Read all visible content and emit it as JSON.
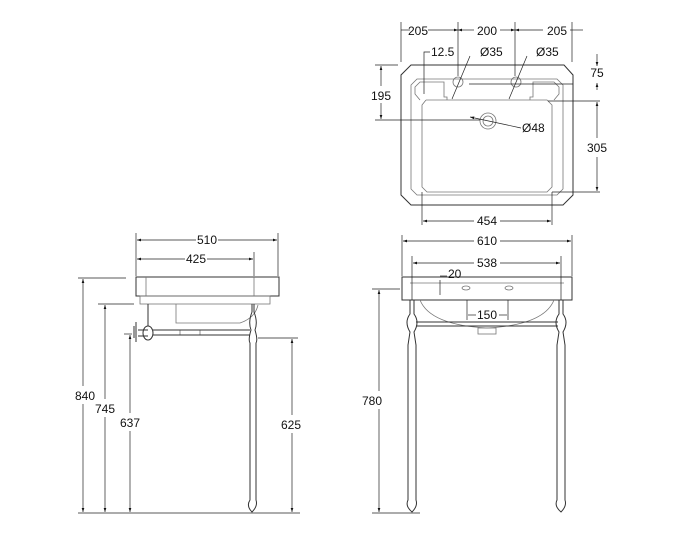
{
  "top_view": {
    "width_left": "205",
    "width_mid": "200",
    "width_right": "205",
    "tap_offset": "12.5",
    "tap_hole_left": "Ø35",
    "tap_hole_right": "Ø35",
    "depth_to_waste": "195",
    "rim_depth": "75",
    "bowl_depth": "305",
    "waste_hole": "Ø48",
    "bowl_width": "454"
  },
  "side_view": {
    "overall_depth": "510",
    "leg_depth": "425",
    "overall_height": "840",
    "underside_height": "745",
    "rail_height_wall": "637",
    "rail_height_leg": "625"
  },
  "front_view": {
    "overall_width": "610",
    "leg_centres": "538",
    "tap_inset": "20",
    "waste_width": "150",
    "rim_height": "780"
  }
}
